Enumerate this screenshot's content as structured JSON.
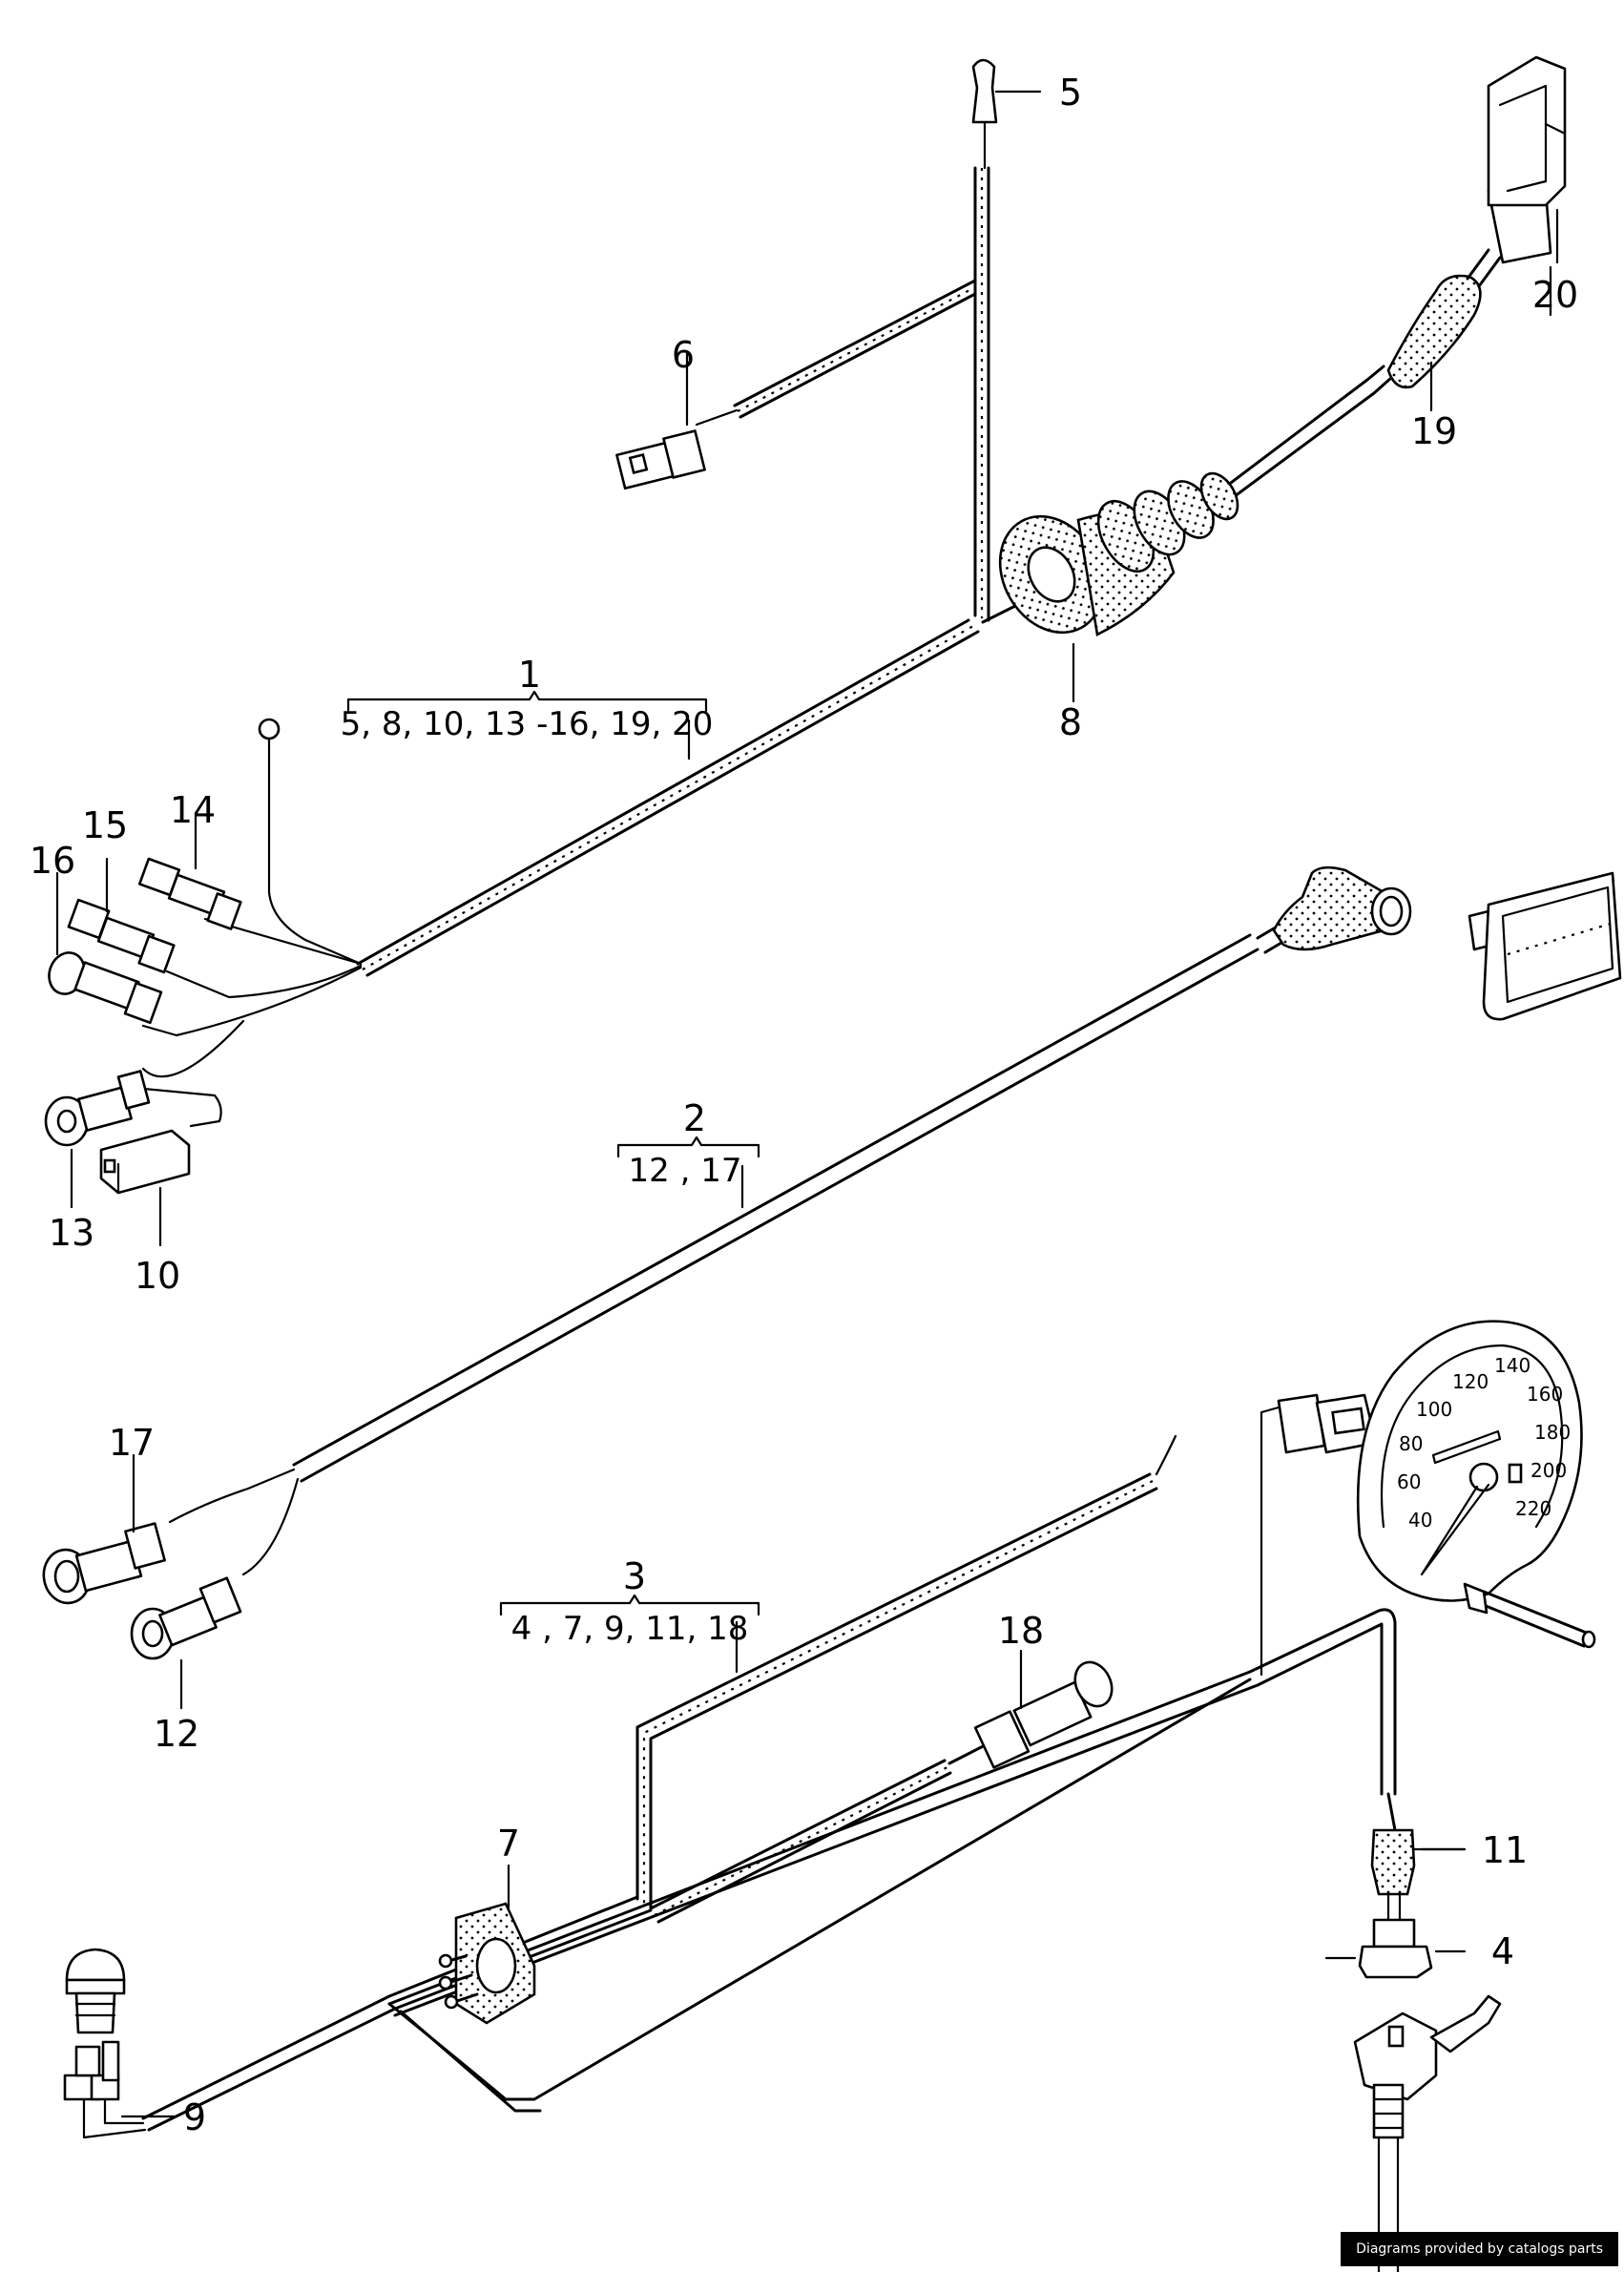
{
  "callouts": {
    "c1": "1",
    "c2": "2",
    "c3": "3",
    "c4": "4",
    "c5": "5",
    "c6": "6",
    "c7": "7",
    "c8": "8",
    "c9": "9",
    "c10": "10",
    "c11": "11",
    "c12": "12",
    "c13": "13",
    "c14": "14",
    "c15": "15",
    "c16": "16",
    "c17": "17",
    "c18": "18",
    "c19": "19",
    "c20": "20"
  },
  "groups": {
    "g1": "5, 8, 10, 13 -16, 19, 20",
    "g2": "12 ,  17",
    "g3": "4 , 7, 9, 11, 18"
  },
  "speedometer": {
    "scale": [
      "40",
      "60",
      "80",
      "100",
      "120",
      "140",
      "160",
      "180",
      "200",
      "220"
    ]
  },
  "footer": {
    "credit": "Diagrams provided by catalogs parts"
  }
}
